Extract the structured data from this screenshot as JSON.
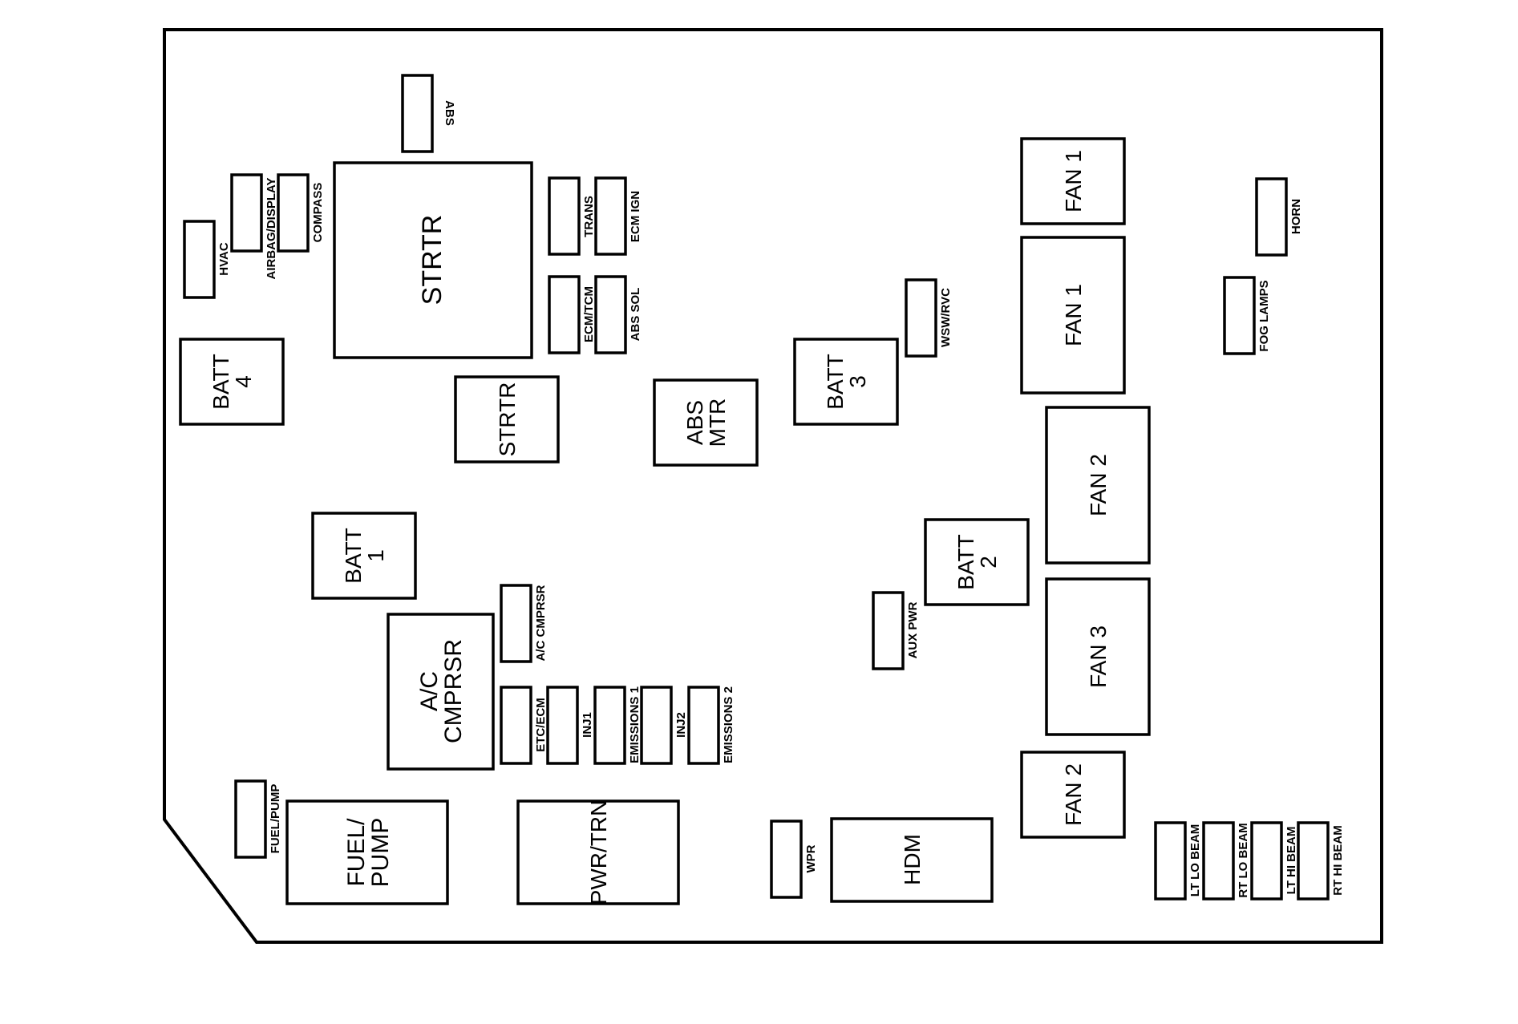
{
  "diagram": {
    "type": "underhood-fuse-relay-block",
    "colors": {
      "line": "#000000",
      "background": "#ffffff"
    }
  },
  "components": {
    "abs": "ABS",
    "airbag_display": "AIRBAG/DISPLAY",
    "compass": "COMPASS",
    "hvac": "HVAC",
    "strtr_relay_large": "STRTR",
    "trans": "TRANS",
    "ecm_ign": "ECM IGN",
    "ecm_tcm": "ECM/TCM",
    "abs_sol": "ABS SOL",
    "batt4": [
      "BATT",
      "4"
    ],
    "strtr_small": "STRTR",
    "abs_mtr": [
      "ABS",
      "MTR"
    ],
    "batt3": [
      "BATT",
      "3"
    ],
    "wsw_rvc": "WSW/RVC",
    "fan1_top": "FAN 1",
    "fan1_mid": "FAN 1",
    "horn": "HORN",
    "fog_lamps": "FOG LAMPS",
    "fan2_upper": "FAN 2",
    "batt2": [
      "BATT",
      "2"
    ],
    "aux_pwr": "AUX PWR",
    "fan3": "FAN 3",
    "batt1": [
      "BATT",
      "1"
    ],
    "ac_cmprsr_fuse": "A/C CMPRSR",
    "ac_cmprsr_relay": [
      "A/C",
      "CMPRSR"
    ],
    "etc_ecm": "ETC/ECM",
    "inj1": "INJ1",
    "emissions1": "EMISSIONS 1",
    "inj2": "INJ2",
    "emissions2": "EMISSIONS 2",
    "fuel_pump_fuse": "FUEL/PUMP",
    "fuel_pump_relay": [
      "FUEL/",
      "PUMP"
    ],
    "pwr_trn": "PWR/TRN",
    "fan2_lower": "FAN 2",
    "wpr": "WPR",
    "hdm": "HDM",
    "lt_lo_beam": "LT LO BEAM",
    "rt_lo_beam": "RT LO BEAM",
    "lt_hi_beam": "LT HI BEAM",
    "rt_hi_beam": "RT HI BEAM"
  }
}
